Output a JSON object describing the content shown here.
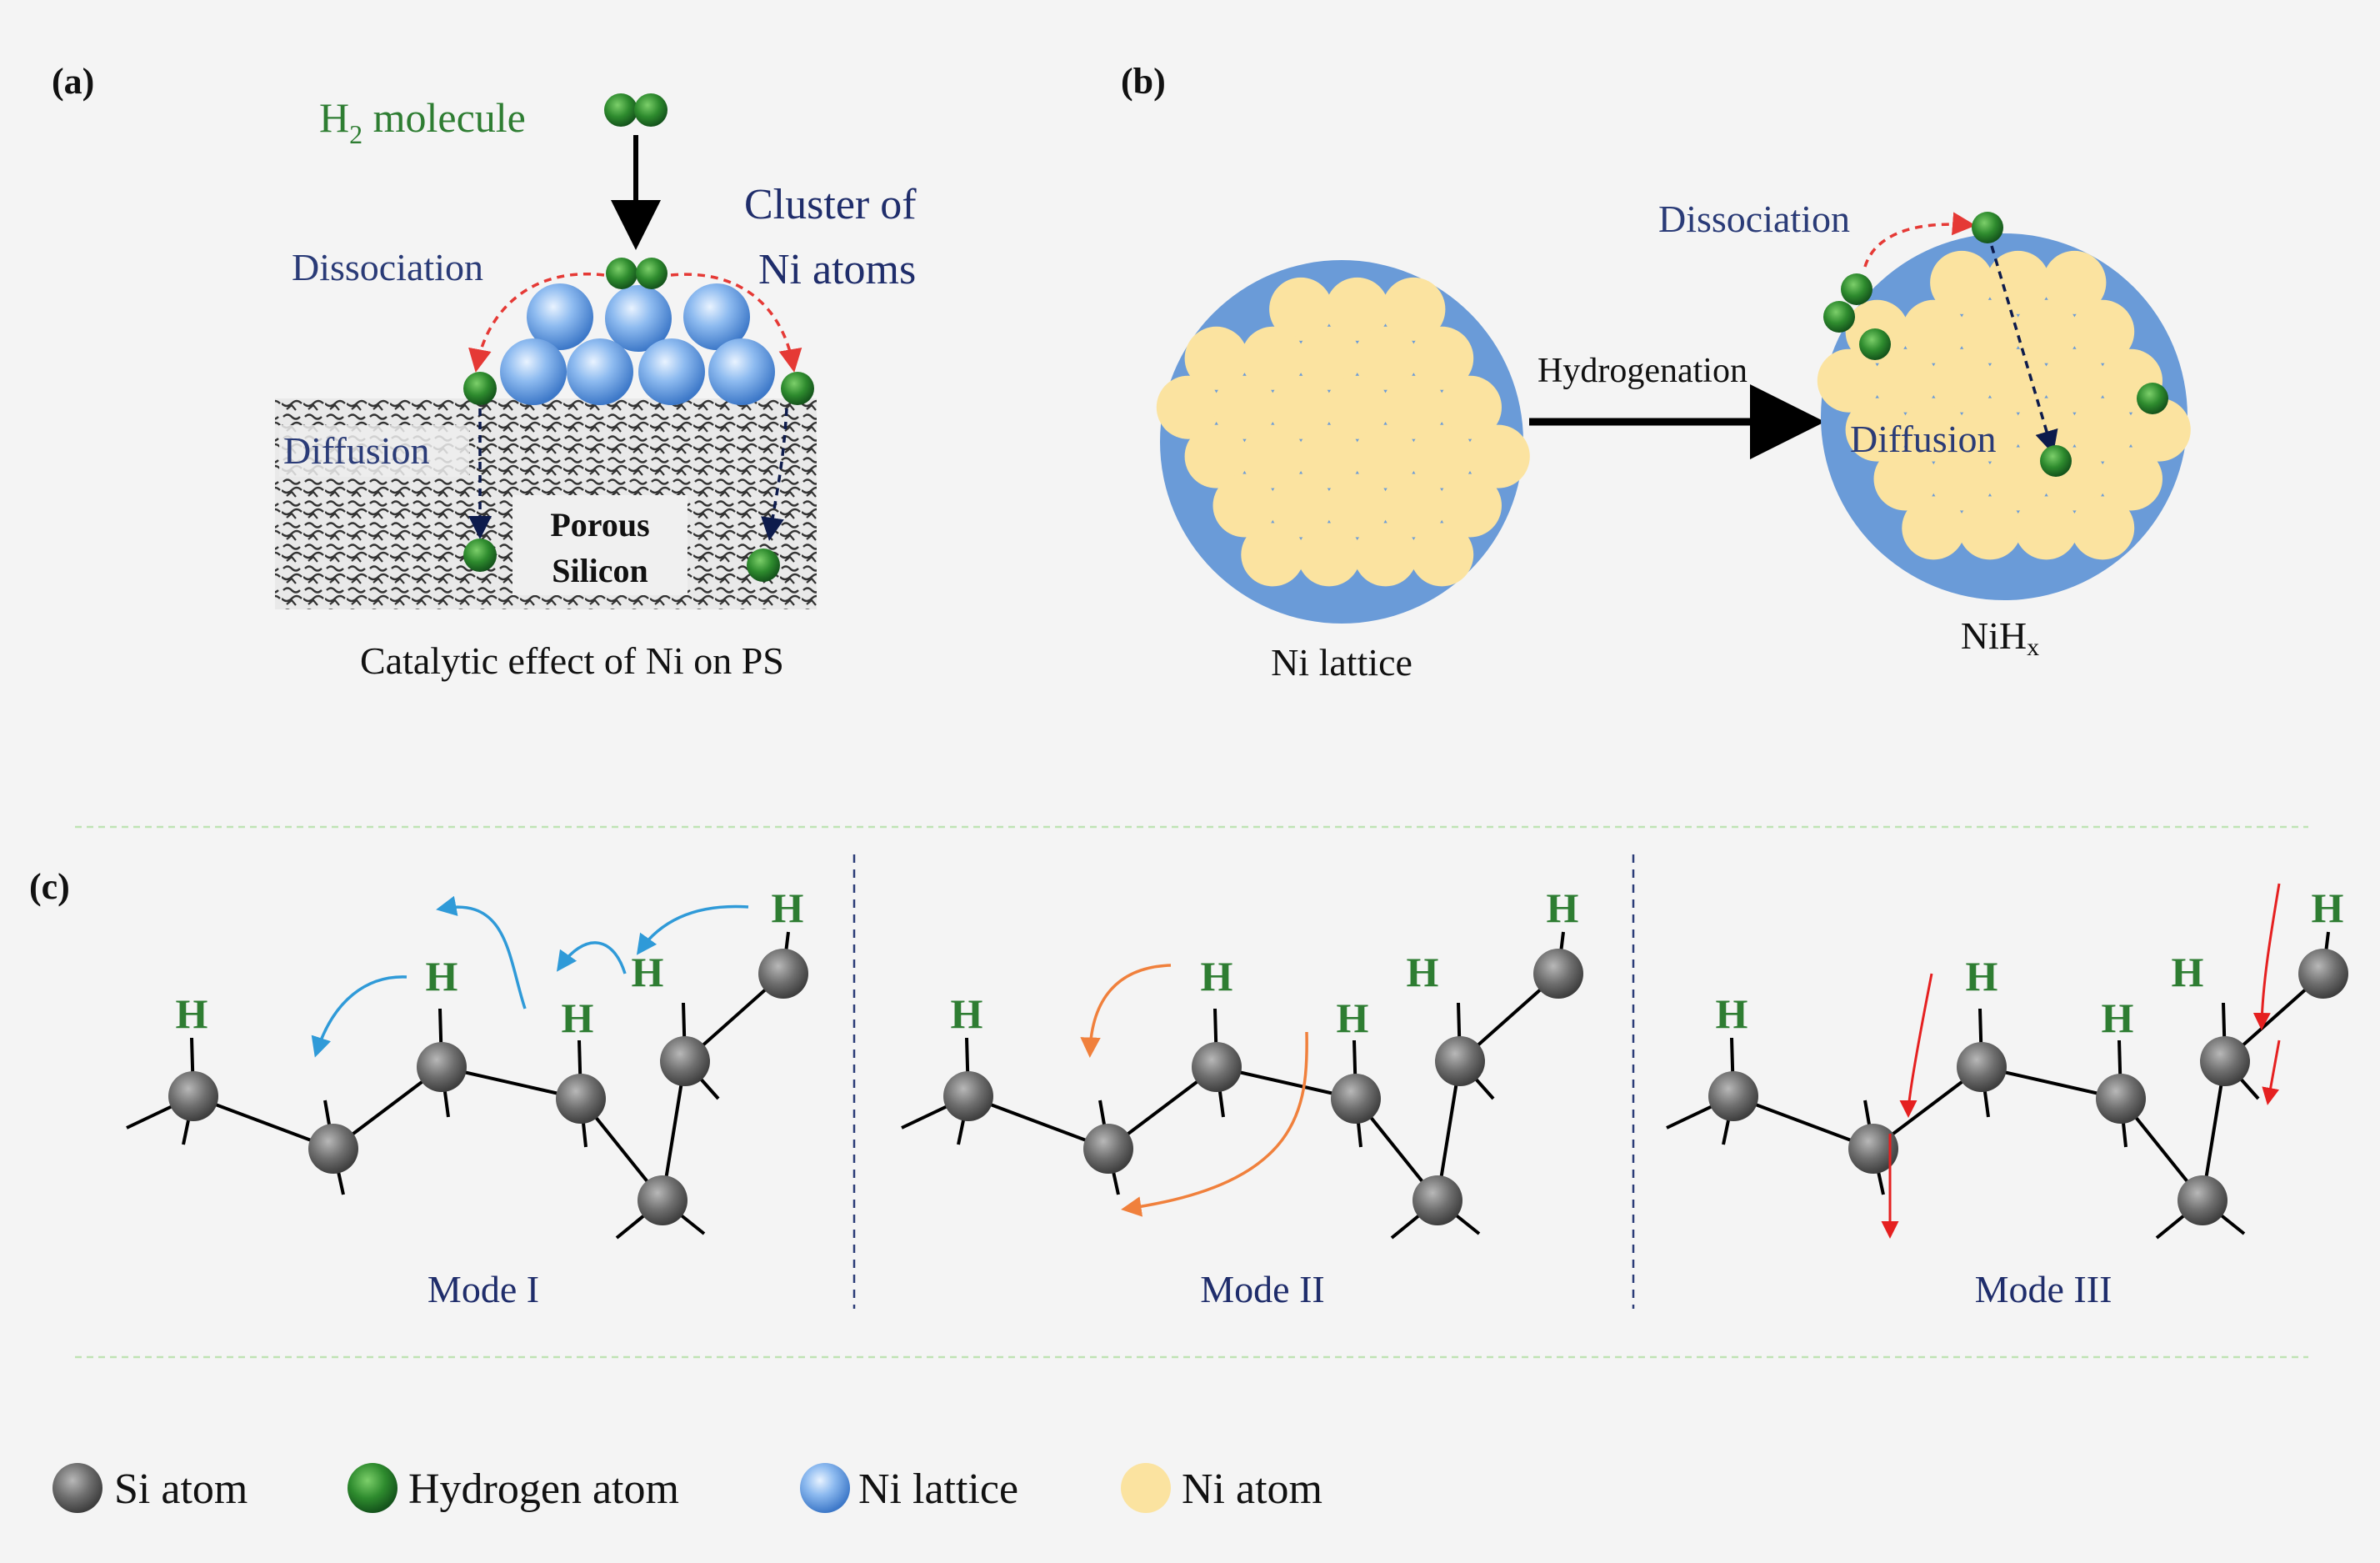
{
  "colors": {
    "background": "#f4f4f4",
    "hydrogen": "#2e7d32",
    "hydrogen_label": "#2e7d32",
    "navy_text": "#1f2d6b",
    "ni_lattice": "#6a9bd8",
    "ni_atom": "#fbe3a0",
    "si_atom": "#707070",
    "dissociation_arrow": "#e53935",
    "diffusion_arrow": "#0d1b4c",
    "mode1_arrow": "#2f9ad8",
    "mode2_arrow": "#f0803c",
    "mode3_arrow": "#e52020",
    "separator": "#bfe3b4"
  },
  "panel_a": {
    "label": "(a)",
    "h2_label_main": "H",
    "h2_label_sub": "2",
    "h2_label_rest": " molecule",
    "cluster_label_line1": "Cluster of",
    "cluster_label_line2": "Ni atoms",
    "dissociation_label": "Dissociation",
    "diffusion_label": "Diffusion",
    "porous_line1": "Porous",
    "porous_line2": "Silicon",
    "caption": "Catalytic effect of Ni on PS"
  },
  "panel_b": {
    "label": "(b)",
    "left_caption": "Ni lattice",
    "arrow_label": "Hydrogenation",
    "dissociation_label": "Dissociation",
    "diffusion_label": "Diffusion",
    "right_caption_main": "NiH",
    "right_caption_sub": "x"
  },
  "panel_c": {
    "label": "(c)",
    "h_symbol": "H",
    "modes": [
      "Mode I",
      "Mode II",
      "Mode III"
    ]
  },
  "legend": [
    {
      "label": "Si atom",
      "icon": "si-atom-icon"
    },
    {
      "label": "Hydrogen atom",
      "icon": "hydrogen-atom-icon"
    },
    {
      "label": "Ni lattice",
      "icon": "ni-lattice-icon"
    },
    {
      "label": "Ni atom",
      "icon": "ni-atom-icon"
    }
  ]
}
